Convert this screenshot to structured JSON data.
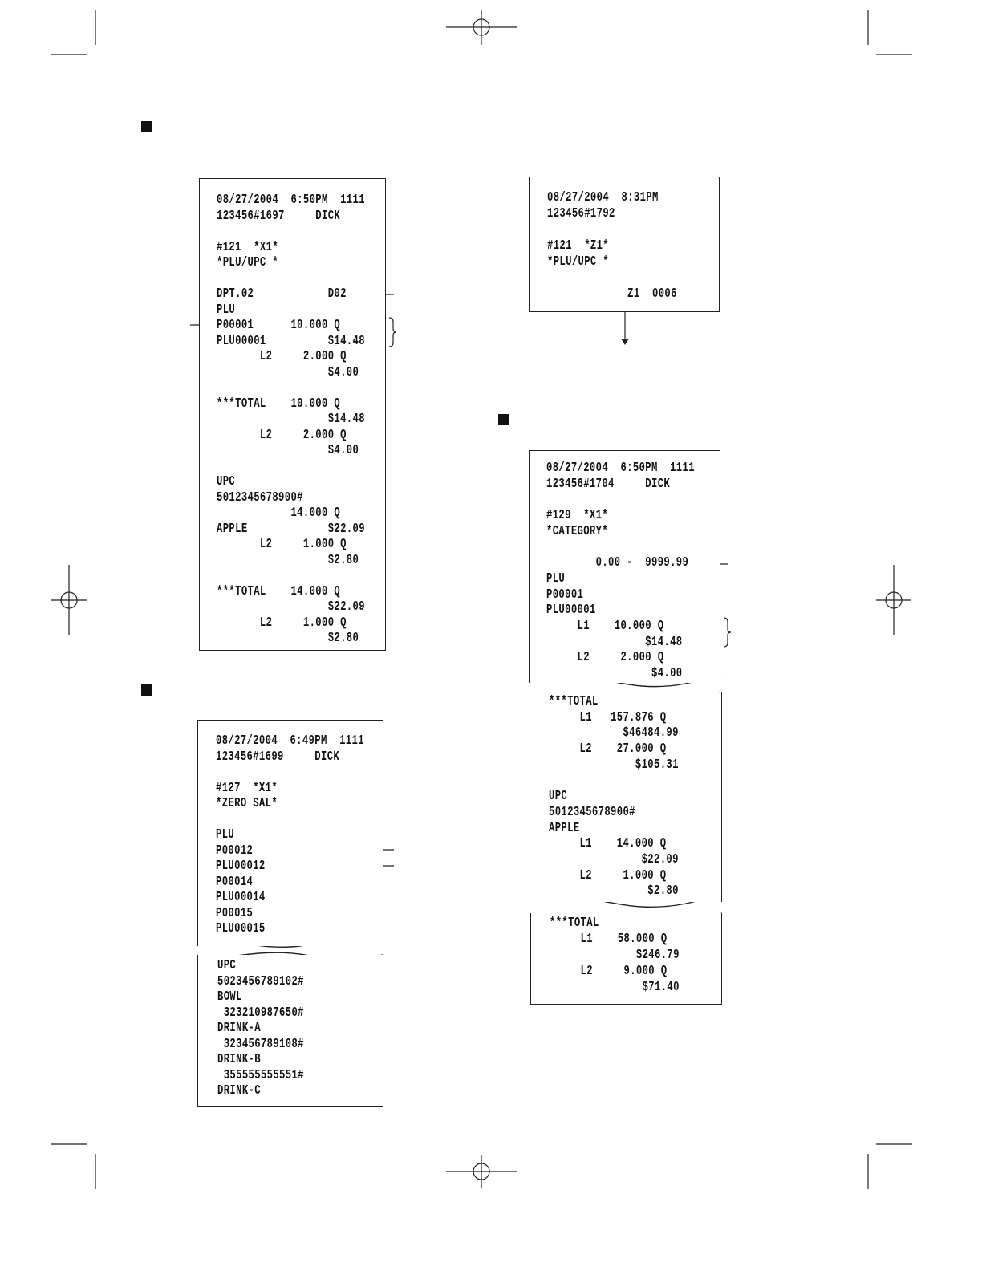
{
  "receipt_x1_plu": {
    "lines": [
      "08/27/2004  6:50PM  1111",
      "123456#1697     DICK",
      "",
      "#121  *X1*",
      "*PLU/UPC *",
      "",
      "DPT.02            D02",
      "PLU",
      "P00001      10.000 Q",
      "PLU00001          $14.48",
      "       L2     2.000 Q",
      "                  $4.00",
      "",
      "***TOTAL    10.000 Q",
      "                  $14.48",
      "       L2     2.000 Q",
      "                  $4.00",
      "",
      "UPC",
      "5012345678900#",
      "            14.000 Q",
      "APPLE             $22.09",
      "       L2     1.000 Q",
      "                  $2.80",
      "",
      "***TOTAL    14.000 Q",
      "                  $22.09",
      "       L2     1.000 Q",
      "                  $2.80"
    ]
  },
  "receipt_z1_plu": {
    "lines": [
      "08/27/2004  8:31PM",
      "123456#1792",
      "",
      "#121  *Z1*",
      "*PLU/UPC *",
      "",
      "             Z1  0006"
    ]
  },
  "receipt_zero_sal": {
    "top_lines": [
      "08/27/2004  6:49PM  1111",
      "123456#1699     DICK",
      "",
      "#127  *X1*",
      "*ZERO SAL*",
      "",
      "PLU",
      "P00012",
      "PLU00012",
      "P00014",
      "PLU00014",
      "P00015",
      "PLU00015"
    ],
    "bottom_lines": [
      "UPC",
      "5023456789102#",
      "BOWL",
      " 323210987650#",
      "DRINK-A",
      " 323456789108#",
      "DRINK-B",
      " 355555555551#",
      "DRINK-C"
    ]
  },
  "receipt_category": {
    "top_lines": [
      "08/27/2004  6:50PM  1111",
      "123456#1704     DICK",
      "",
      "#129  *X1*",
      "*CATEGORY*",
      "",
      "        0.00 -  9999.99",
      "PLU",
      "P00001",
      "PLU00001",
      "     L1    10.000 Q",
      "                $14.48",
      "     L2     2.000 Q",
      "                 $4.00"
    ],
    "middle_lines": [
      "***TOTAL",
      "     L1   157.876 Q",
      "            $46484.99",
      "     L2    27.000 Q",
      "              $105.31",
      "",
      "UPC",
      "5012345678900#",
      "APPLE",
      "     L1    14.000 Q",
      "               $22.09",
      "     L2     1.000 Q",
      "                $2.80"
    ],
    "bottom_lines": [
      "***TOTAL",
      "     L1    58.000 Q",
      "              $246.79",
      "     L2     9.000 Q",
      "               $71.40"
    ]
  }
}
